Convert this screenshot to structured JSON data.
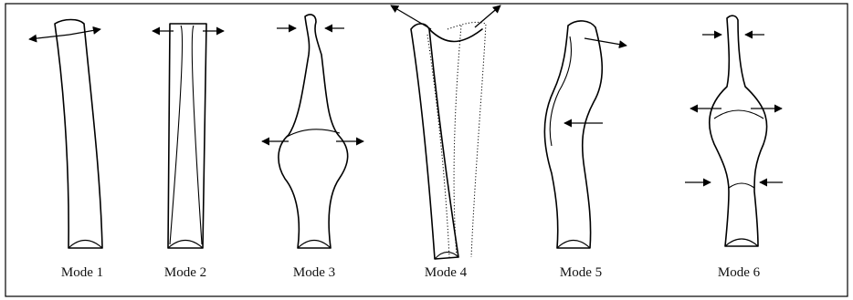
{
  "labels": {
    "mode1": "Mode 1",
    "mode2": "Mode 2",
    "mode3": "Mode 3",
    "mode4": "Mode 4",
    "mode5": "Mode 5",
    "mode6": "Mode 6"
  }
}
